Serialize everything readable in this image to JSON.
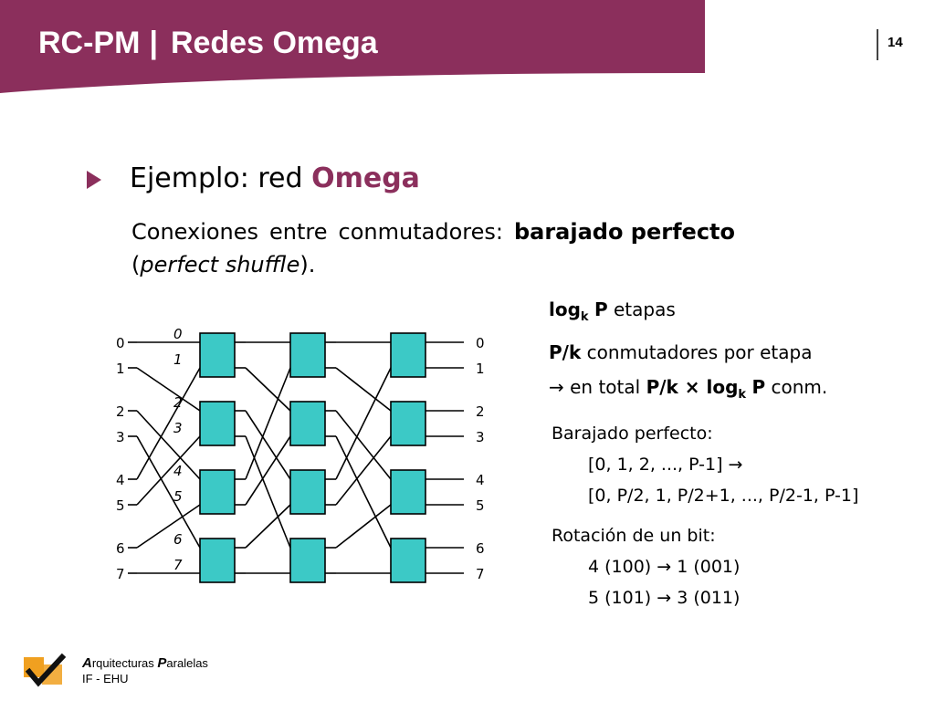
{
  "header": {
    "title_left": "RC-PM",
    "separator": "|",
    "title_right": "Redes Omega",
    "page_number": "14",
    "banner_color": "#8b2f5c"
  },
  "heading": {
    "prefix": "Ejemplo: red",
    "accent": "Omega"
  },
  "subtitle": {
    "w1": "Conexiones",
    "w2": "entre",
    "w3": "conmutadores:",
    "bold": "barajado perfecto",
    "open": "(",
    "italic": "perfect shuffle",
    "close": ")."
  },
  "stages": {
    "line1_bold": "log",
    "line1_sub": "k",
    "line1_bold2": "P",
    "line1_text": "etapas",
    "line2_bold": "P/k",
    "line2_text": "conmutadores por etapa",
    "line3_arrow": "→",
    "line3_text": "en total",
    "line3_bold": "P/k × log",
    "line3_sub": "k",
    "line3_bold2": "P",
    "line3_end": "conm."
  },
  "shuffle": {
    "title": "Barajado perfecto:",
    "seq1": "[0, 1, 2, ..., P-1] →",
    "seq2": "[0, P/2, 1, P/2+1, ..., P/2-1, P-1]"
  },
  "rotation": {
    "title": "Rotación de un bit:",
    "ex1": "4 (100) → 1 (001)",
    "ex2": "5 (101) → 3 (011)"
  },
  "network": {
    "input_labels": [
      "0",
      "1",
      "2",
      "3",
      "4",
      "5",
      "6",
      "7"
    ],
    "output_labels": [
      "0",
      "1",
      "2",
      "3",
      "4",
      "5",
      "6",
      "7"
    ],
    "italic_labels": [
      "0",
      "1",
      "2",
      "3",
      "4",
      "5",
      "6",
      "7"
    ],
    "switch_color": "#3cc9c6"
  },
  "footer": {
    "cap1": "A",
    "rest1": "rquitecturas",
    "cap2": "P",
    "rest2": "aralelas",
    "line2": "IF - EHU"
  },
  "colors": {
    "accent": "#8b2f5c",
    "logo_orange": "#f0a020"
  }
}
